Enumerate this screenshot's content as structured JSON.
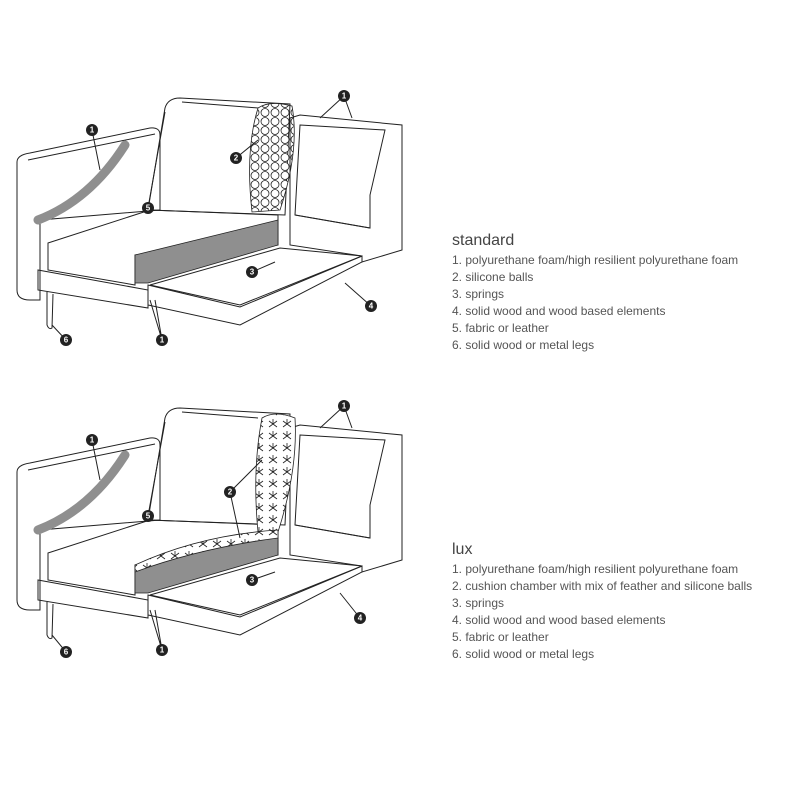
{
  "colors": {
    "foam": "#8f8f8f",
    "panel": "#e8e8e8",
    "line": "#222222"
  },
  "standard": {
    "title": "standard",
    "items": [
      "1. polyurethane foam/high resilient polyurethane foam",
      "2. silicone balls",
      "3. springs",
      "4. solid wood and wood based elements",
      "5. fabric or leather",
      "6. solid wood or metal legs"
    ],
    "markers": [
      "1",
      "1",
      "1",
      "2",
      "3",
      "4",
      "5",
      "6"
    ]
  },
  "lux": {
    "title": "lux",
    "items": [
      "1. polyurethane foam/high resilient polyurethane foam",
      "2. cushion chamber with mix of feather and silicone balls",
      "3. springs",
      "4. solid wood and wood based elements",
      "5. fabric or leather",
      "6. solid wood or metal legs"
    ],
    "markers": [
      "1",
      "1",
      "1",
      "2",
      "3",
      "4",
      "5",
      "6"
    ]
  }
}
